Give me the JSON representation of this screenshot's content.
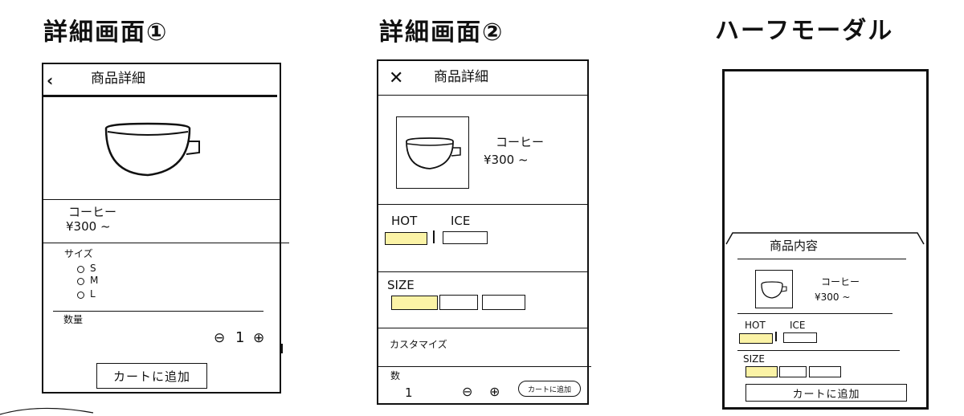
{
  "screens": {
    "screen1": {
      "title": "詳細画面①",
      "header": {
        "back_icon": "chevron-left-icon",
        "title": "商品詳細"
      },
      "product": {
        "image_icon": "coffee-cup-icon",
        "name": "コーヒー",
        "price": "¥300 ~"
      },
      "size": {
        "label": "サイズ",
        "options": [
          "S",
          "M",
          "L"
        ]
      },
      "quantity": {
        "label": "数量",
        "minus": "⊖",
        "value": "1",
        "plus": "⊕"
      },
      "add_to_cart": "カートに追加"
    },
    "screen2": {
      "title": "詳細画面②",
      "header": {
        "close_icon": "close-icon",
        "title": "商品詳細"
      },
      "product": {
        "image_icon": "coffee-cup-icon",
        "name": "コーヒー",
        "price": "¥300 ~"
      },
      "temperature": {
        "hot_label": "HOT",
        "ice_label": "ICE"
      },
      "size": {
        "label": "SIZE"
      },
      "customize": {
        "label": "カスタマイズ"
      },
      "quantity": {
        "label": "数",
        "value": "1",
        "minus": "⊖",
        "plus": "⊕"
      },
      "add_to_cart": "カートに追加"
    },
    "screen3": {
      "title": "ハーフモーダル",
      "modal": {
        "title": "商品内容",
        "product": {
          "image_icon": "coffee-cup-icon",
          "name": "コーヒー",
          "price": "¥300 ~"
        },
        "temperature": {
          "hot_label": "HOT",
          "ice_label": "ICE"
        },
        "size": {
          "label": "SIZE"
        },
        "add_to_cart": "カートに追加"
      }
    }
  },
  "colors": {
    "selected": "#fbf3a6",
    "ink": "#111111"
  }
}
